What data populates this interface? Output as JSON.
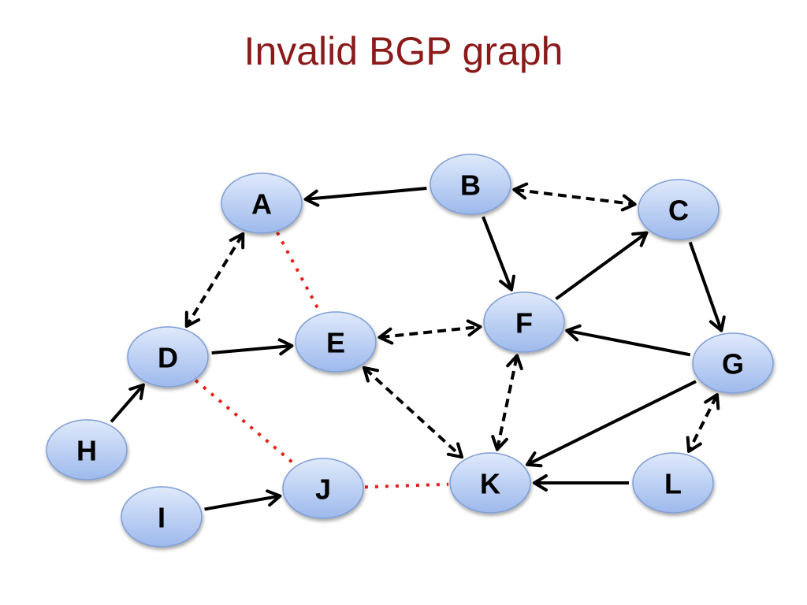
{
  "title": "Invalid BGP graph",
  "colors": {
    "title": "#8b1a1a",
    "node_fill_top": "#dfe9fb",
    "node_fill_bottom": "#9db9ec",
    "node_stroke": "#7f9ed6",
    "edge": "#000000",
    "dotted_edge": "#e8201a"
  },
  "nodes": [
    {
      "id": "A",
      "label": "A"
    },
    {
      "id": "B",
      "label": "B"
    },
    {
      "id": "C",
      "label": "C"
    },
    {
      "id": "D",
      "label": "D"
    },
    {
      "id": "E",
      "label": "E"
    },
    {
      "id": "F",
      "label": "F"
    },
    {
      "id": "G",
      "label": "G"
    },
    {
      "id": "H",
      "label": "H"
    },
    {
      "id": "I",
      "label": "I"
    },
    {
      "id": "J",
      "label": "J"
    },
    {
      "id": "K",
      "label": "K"
    },
    {
      "id": "L",
      "label": "L"
    }
  ],
  "edges": [
    {
      "from": "B",
      "to": "A",
      "style": "solid",
      "direction": "forward"
    },
    {
      "from": "B",
      "to": "C",
      "style": "dashed",
      "direction": "both"
    },
    {
      "from": "B",
      "to": "F",
      "style": "solid",
      "direction": "forward"
    },
    {
      "from": "F",
      "to": "C",
      "style": "solid",
      "direction": "forward"
    },
    {
      "from": "C",
      "to": "G",
      "style": "solid",
      "direction": "forward"
    },
    {
      "from": "A",
      "to": "D",
      "style": "dashed",
      "direction": "both"
    },
    {
      "from": "D",
      "to": "E",
      "style": "solid",
      "direction": "forward"
    },
    {
      "from": "E",
      "to": "F",
      "style": "dashed",
      "direction": "both"
    },
    {
      "from": "G",
      "to": "F",
      "style": "solid",
      "direction": "forward"
    },
    {
      "from": "G",
      "to": "K",
      "style": "solid",
      "direction": "forward"
    },
    {
      "from": "E",
      "to": "K",
      "style": "dashed",
      "direction": "both"
    },
    {
      "from": "F",
      "to": "K",
      "style": "dashed",
      "direction": "both"
    },
    {
      "from": "G",
      "to": "L",
      "style": "dashed",
      "direction": "both"
    },
    {
      "from": "L",
      "to": "K",
      "style": "solid",
      "direction": "forward"
    },
    {
      "from": "H",
      "to": "D",
      "style": "solid",
      "direction": "forward"
    },
    {
      "from": "I",
      "to": "J",
      "style": "solid",
      "direction": "forward"
    },
    {
      "from": "A",
      "to": "E",
      "style": "dotted",
      "direction": "none"
    },
    {
      "from": "D",
      "to": "J",
      "style": "dotted",
      "direction": "none"
    },
    {
      "from": "J",
      "to": "K",
      "style": "dotted",
      "direction": "none"
    }
  ]
}
